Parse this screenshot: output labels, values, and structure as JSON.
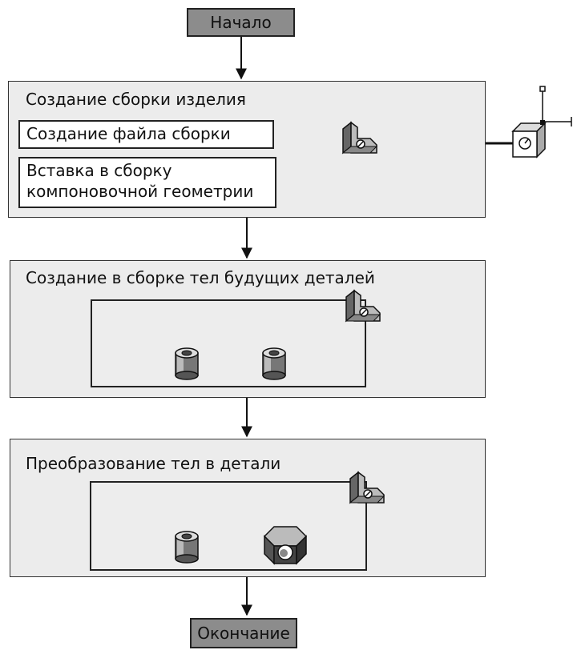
{
  "start": {
    "label": "Начало"
  },
  "stage1": {
    "title": "Создание сборки изделия",
    "step1": "Создание файла сборки",
    "step2_line1": "Вставка в сборку",
    "step2_line2": "компоновочной геометрии"
  },
  "stage2": {
    "title": "Создание в сборке тел будущих деталей"
  },
  "stage3": {
    "title": "Преобразование тел в детали"
  },
  "end": {
    "label": "Окончание"
  },
  "icons": [
    "assembly-icon",
    "part-geometry-icon",
    "body-cylinder-icon",
    "part-block-icon"
  ],
  "colors": {
    "panel_fill": "#ececec",
    "terminal_fill": "#8c8c8c",
    "line": "#222222"
  }
}
